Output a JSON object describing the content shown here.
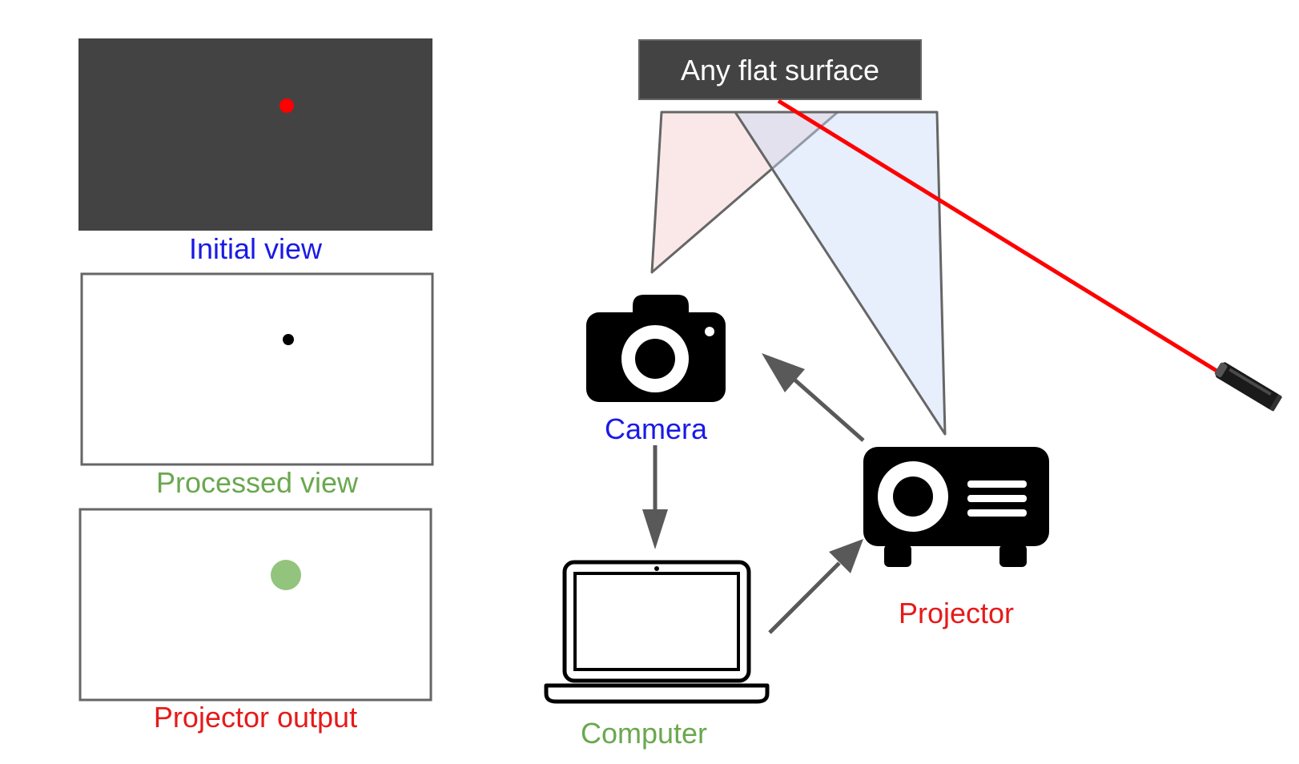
{
  "colors": {
    "blue_label": "#1a1ae6",
    "green_label": "#6aa84f",
    "red_label": "#e61a1a",
    "dark_panel": "#434343",
    "panel_border": "#666666",
    "laser": "#ff0000",
    "green_dot": "#93c47d",
    "camera_cone": "#f4cccc",
    "projector_cone": "#c9daf8",
    "arrow": "#595959"
  },
  "views": [
    {
      "id": "initial",
      "label": "Initial view",
      "dot_color": "#ff0000",
      "label_color": "#1a1ae6"
    },
    {
      "id": "processed",
      "label": "Processed view",
      "dot_color": "#000000",
      "label_color": "#6aa84f"
    },
    {
      "id": "projector",
      "label": "Projector output",
      "dot_color": "#93c47d",
      "label_color": "#e61a1a"
    }
  ],
  "surface": {
    "label": "Any flat surface"
  },
  "devices": {
    "camera": {
      "label": "Camera",
      "icon": "camera-icon"
    },
    "computer": {
      "label": "Computer",
      "icon": "laptop-icon"
    },
    "projector": {
      "label": "Projector",
      "icon": "projector-icon"
    },
    "laser": {
      "icon": "laser-pointer-icon"
    }
  },
  "flow": [
    {
      "from": "camera",
      "to": "computer"
    },
    {
      "from": "computer",
      "to": "projector"
    },
    {
      "from": "projector",
      "to": "camera"
    }
  ]
}
